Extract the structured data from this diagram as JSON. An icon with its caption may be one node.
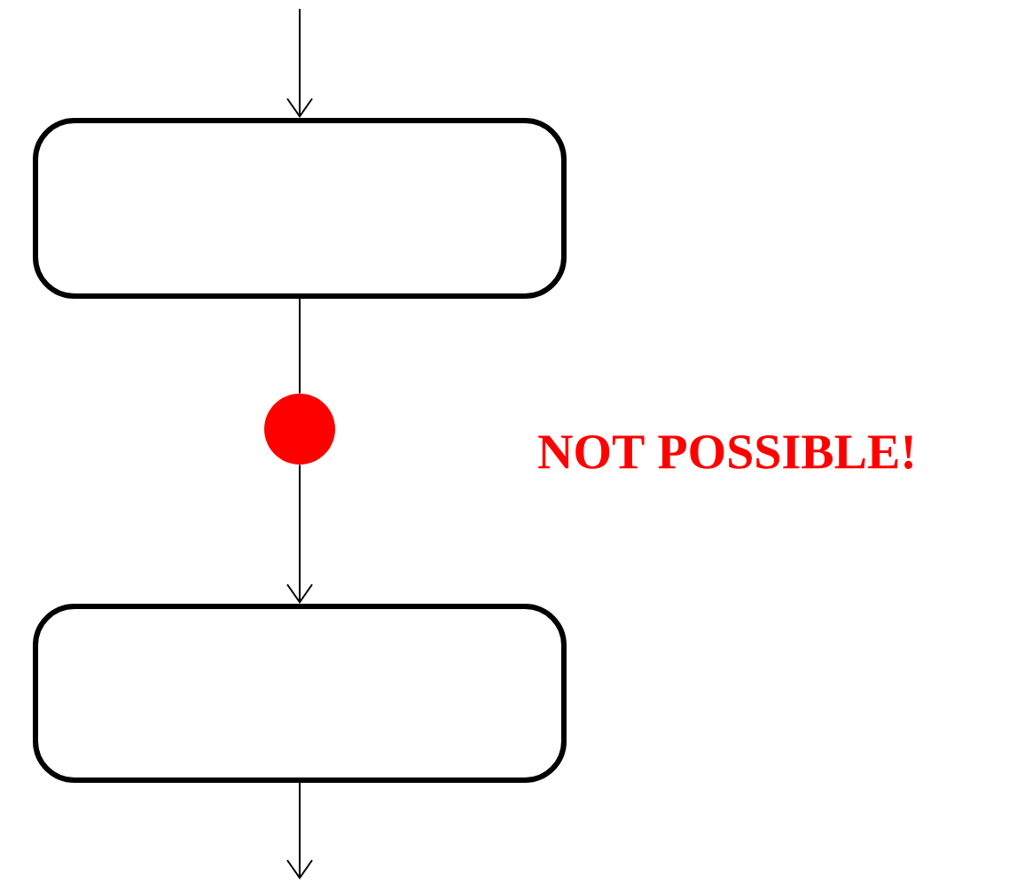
{
  "diagram": {
    "nodes": [
      {
        "text": [],
        "shape": "box"
      },
      {
        "text": [],
        "shape": "circle"
      },
      {
        "text": [],
        "shape": "box"
      }
    ],
    "edges": [
      {
        "from": null,
        "to": 0,
        "arrow": "to"
      },
      {
        "from": 0,
        "to": 1,
        "arrow": "none"
      },
      {
        "from": 1,
        "to": 2,
        "arrow": "to"
      },
      {
        "from": 2,
        "to": null,
        "arrow": "to"
      }
    ],
    "labels": [
      "NOT POSSIBLE!"
    ]
  }
}
